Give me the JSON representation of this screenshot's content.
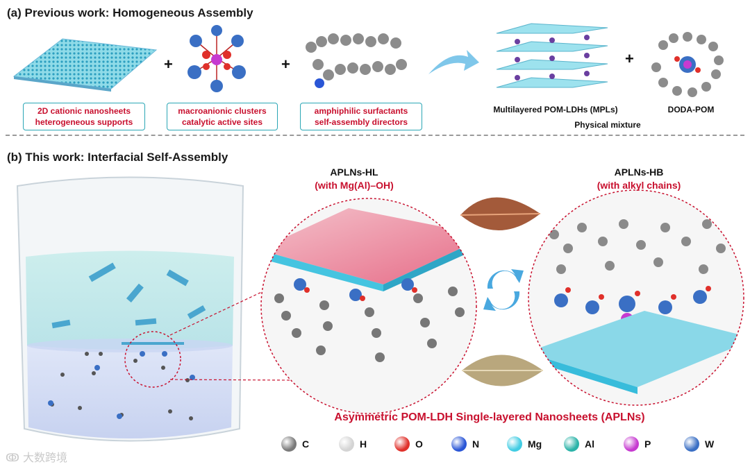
{
  "part_a": {
    "heading": "(a) Previous work: Homogeneous Assembly",
    "box1": [
      "2D cationic nanosheets",
      "heterogeneous supports"
    ],
    "box2": [
      "macroanionic clusters",
      "catalytic active sites"
    ],
    "box3": [
      "amphiphilic surfactants",
      "self-assembly directors"
    ],
    "plus": "+",
    "mpl_caption": "Multilayered POM-LDHs (MPLs)",
    "doda_caption": "DODA-POM",
    "mixture_caption": "Physical mixture"
  },
  "part_b": {
    "heading": "(b) This work: Interfacial Self-Assembly",
    "hl_title": "APLNs-HL",
    "hl_sub": "(with Mg(Al)–OH)",
    "hb_title": "APLNs-HB",
    "hb_sub": "(with alkyl chains)",
    "main_caption": "Asymmetric POM-LDH Single-layered Nanosheets (APLNs)"
  },
  "legend": [
    {
      "label": "C",
      "color": "#7a7a7a"
    },
    {
      "label": "H",
      "color": "#d4d4d4"
    },
    {
      "label": "O",
      "color": "#e0302a"
    },
    {
      "label": "N",
      "color": "#2a56d6"
    },
    {
      "label": "Mg",
      "color": "#41cce3"
    },
    {
      "label": "Al",
      "color": "#2bb3a8"
    },
    {
      "label": "P",
      "color": "#c63ad0"
    },
    {
      "label": "W",
      "color": "#3a6fc4"
    }
  ],
  "watermark": "大数跨境",
  "colors": {
    "accent_red": "#c8102e",
    "box_border": "#2aa6b5",
    "lattice": "#3fc6dc"
  }
}
